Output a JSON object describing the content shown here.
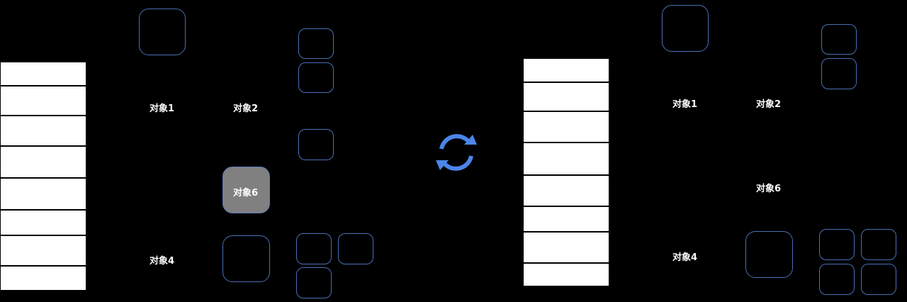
{
  "left_panel": {
    "labels": {
      "obj1": "对象1",
      "obj2": "对象2",
      "obj4": "对象4",
      "obj6": "对象6"
    }
  },
  "right_panel": {
    "labels": {
      "obj1": "对象1",
      "obj2": "对象2",
      "obj4": "对象4",
      "obj6": "对象6"
    }
  },
  "colors": {
    "background": "#000000",
    "box_border": "#4a6fb5",
    "highlight_fill": "#808080",
    "cycle_arrow": "#4a86e8",
    "text": "#ffffff"
  },
  "icons": {
    "center": "cycle-arrows-icon"
  }
}
